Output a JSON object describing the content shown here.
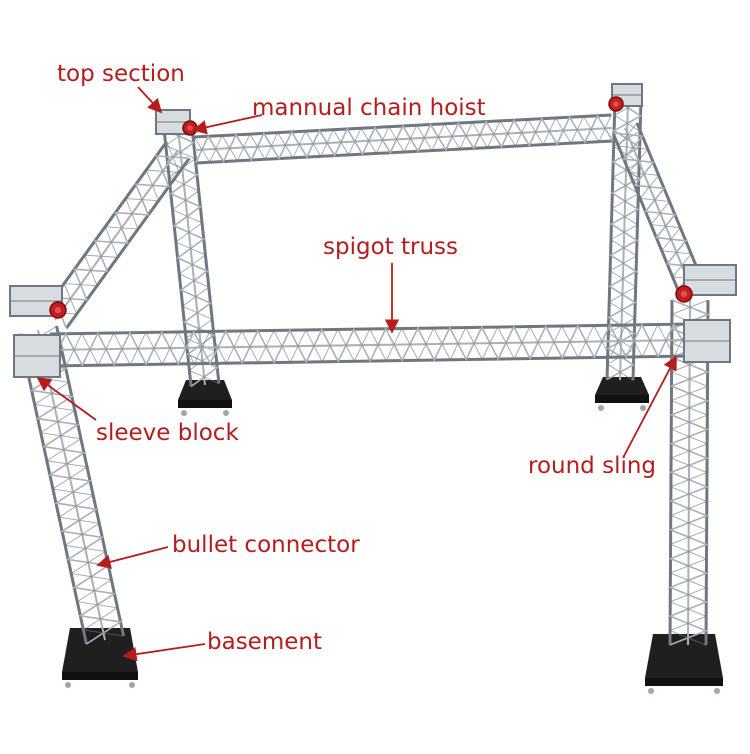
{
  "colors": {
    "label": "#b51d1d",
    "truss": "#a9b0b8",
    "truss_dark": "#6f7780",
    "base": "#1f1f1f",
    "hoist": "#c41e1e",
    "background": "#ffffff"
  },
  "labels": {
    "top_section": "top section",
    "chain_hoist": "mannual chain hoist",
    "spigot_truss": "spigot truss",
    "sleeve_block": "sleeve block",
    "round_sling": "round sling",
    "bullet_connector": "bullet connector",
    "basement": "basement"
  }
}
